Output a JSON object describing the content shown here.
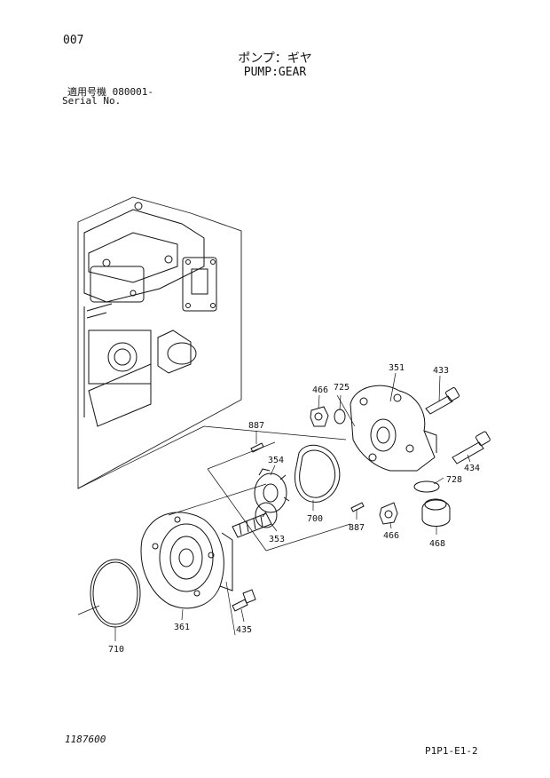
{
  "header": {
    "page_code": "007",
    "title_jp": "ポンプ：ギヤ",
    "title_en": "PUMP:GEAR",
    "serial_label_jp": "適用号機",
    "serial_value": "080001-",
    "serial_label_en": "Serial No."
  },
  "footer": {
    "doc_number": "1187600",
    "page_ref": "P1P1-E1-2"
  },
  "parts": {
    "p351": "351",
    "p433": "433",
    "p466a": "466",
    "p725": "725",
    "p887a": "887",
    "p354": "354",
    "p728": "728",
    "p434": "434",
    "p700": "700",
    "p887b": "887",
    "p353": "353",
    "p466b": "466",
    "p468": "468",
    "p361": "361",
    "p435": "435",
    "p710": "710"
  }
}
